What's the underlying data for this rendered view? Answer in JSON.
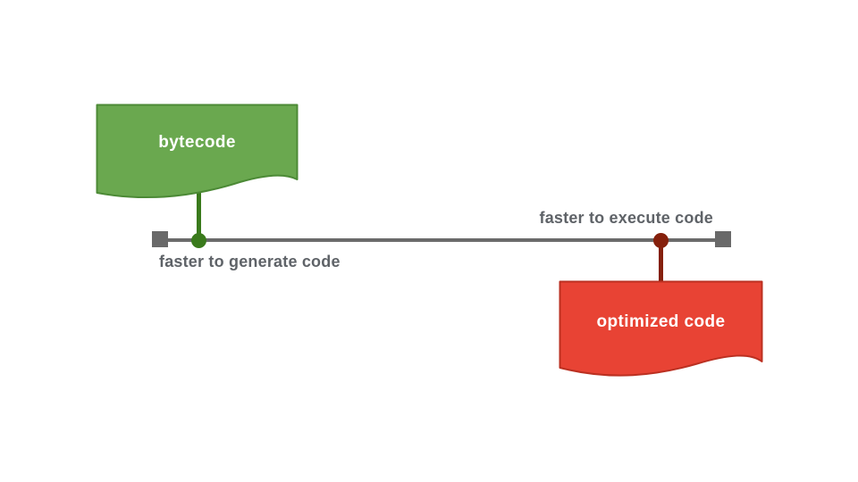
{
  "spectrum": {
    "left": {
      "node_label": "bytecode",
      "axis_label": "faster to generate code",
      "node_fill": "#6aa84f",
      "node_border": "#4c8a36",
      "marker_color": "#3a7a1c"
    },
    "right": {
      "node_label": "optimized code",
      "axis_label": "faster to execute code",
      "node_fill": "#e84334",
      "node_border": "#bb3021",
      "marker_color": "#85200c"
    },
    "track": {
      "line_color": "#6b6b6b",
      "cap_color": "#696969",
      "label_color": "#5f6368"
    },
    "node_text_color": "#ffffff"
  }
}
